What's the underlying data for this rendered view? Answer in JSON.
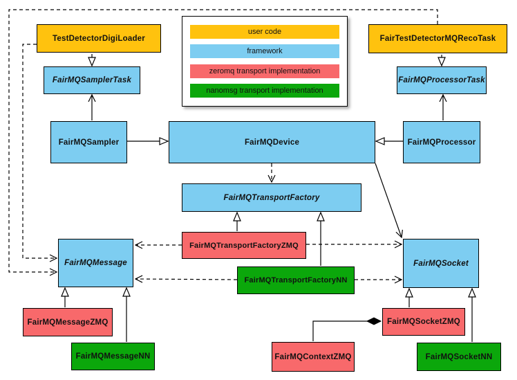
{
  "colors": {
    "user": "#FFC20E",
    "framework": "#7DCDF1",
    "zeromq": "#F8696B",
    "nanomsg": "#0BA70B"
  },
  "legend": {
    "items": [
      {
        "label": "user code",
        "color": "#FFC20E"
      },
      {
        "label": "framework",
        "color": "#7DCDF1"
      },
      {
        "label": "zeromq transport implementation",
        "color": "#F8696B"
      },
      {
        "label": "nanomsg transport implementation",
        "color": "#0BA70B"
      }
    ]
  },
  "nodes": {
    "testDetectorDigiLoader": {
      "label": "TestDetectorDigiLoader",
      "category": "user",
      "abstract": false
    },
    "fairTestDetectorMQRecoTask": {
      "label": "FairTestDetectorMQRecoTask",
      "category": "user",
      "abstract": false
    },
    "samplerTask": {
      "label": "FairMQSamplerTask",
      "category": "framework",
      "abstract": true
    },
    "processorTask": {
      "label": "FairMQProcessorTask",
      "category": "framework",
      "abstract": true
    },
    "sampler": {
      "label": "FairMQSampler",
      "category": "framework",
      "abstract": false
    },
    "device": {
      "label": "FairMQDevice",
      "category": "framework",
      "abstract": false
    },
    "processor": {
      "label": "FairMQProcessor",
      "category": "framework",
      "abstract": false
    },
    "transportFactory": {
      "label": "FairMQTransportFactory",
      "category": "framework",
      "abstract": true
    },
    "transportFactoryZMQ": {
      "label": "FairMQTransportFactoryZMQ",
      "category": "zeromq",
      "abstract": false
    },
    "transportFactoryNN": {
      "label": "FairMQTransportFactoryNN",
      "category": "nanomsg",
      "abstract": false
    },
    "message": {
      "label": "FairMQMessage",
      "category": "framework",
      "abstract": true
    },
    "socket": {
      "label": "FairMQSocket",
      "category": "framework",
      "abstract": true
    },
    "messageZMQ": {
      "label": "FairMQMessageZMQ",
      "category": "zeromq",
      "abstract": false
    },
    "messageNN": {
      "label": "FairMQMessageNN",
      "category": "nanomsg",
      "abstract": false
    },
    "socketZMQ": {
      "label": "FairMQSocketZMQ",
      "category": "zeromq",
      "abstract": false
    },
    "socketNN": {
      "label": "FairMQSocketNN",
      "category": "nanomsg",
      "abstract": false
    },
    "contextZMQ": {
      "label": "FairMQContextZMQ",
      "category": "zeromq",
      "abstract": false
    }
  },
  "edges": [
    {
      "from": "TestDetectorDigiLoader",
      "to": "FairMQSamplerTask",
      "type": "inheritance"
    },
    {
      "from": "FairTestDetectorMQRecoTask",
      "to": "FairMQProcessorTask",
      "type": "inheritance"
    },
    {
      "from": "FairMQSampler",
      "to": "FairMQDevice",
      "type": "inheritance"
    },
    {
      "from": "FairMQProcessor",
      "to": "FairMQDevice",
      "type": "inheritance"
    },
    {
      "from": "FairMQSampler",
      "to": "FairMQSamplerTask",
      "type": "association"
    },
    {
      "from": "FairMQProcessor",
      "to": "FairMQProcessorTask",
      "type": "association"
    },
    {
      "from": "FairMQDevice",
      "to": "FairMQTransportFactory",
      "type": "dependency"
    },
    {
      "from": "FairMQDevice",
      "to": "FairMQSocket",
      "type": "association"
    },
    {
      "from": "FairMQTransportFactoryZMQ",
      "to": "FairMQTransportFactory",
      "type": "inheritance"
    },
    {
      "from": "FairMQTransportFactoryNN",
      "to": "FairMQTransportFactory",
      "type": "inheritance"
    },
    {
      "from": "FairMQTransportFactoryZMQ",
      "to": "FairMQMessage",
      "type": "dependency"
    },
    {
      "from": "FairMQTransportFactoryZMQ",
      "to": "FairMQSocket",
      "type": "dependency"
    },
    {
      "from": "FairMQTransportFactoryNN",
      "to": "FairMQMessage",
      "type": "dependency"
    },
    {
      "from": "FairMQTransportFactoryNN",
      "to": "FairMQSocket",
      "type": "dependency"
    },
    {
      "from": "TestDetectorDigiLoader",
      "to": "FairMQMessage",
      "type": "dependency"
    },
    {
      "from": "FairTestDetectorMQRecoTask",
      "to": "FairMQMessage",
      "type": "dependency"
    },
    {
      "from": "FairMQMessageZMQ",
      "to": "FairMQMessage",
      "type": "inheritance"
    },
    {
      "from": "FairMQMessageNN",
      "to": "FairMQMessage",
      "type": "inheritance"
    },
    {
      "from": "FairMQSocketZMQ",
      "to": "FairMQSocket",
      "type": "inheritance"
    },
    {
      "from": "FairMQSocketNN",
      "to": "FairMQSocket",
      "type": "inheritance"
    },
    {
      "from": "FairMQContextZMQ",
      "to": "FairMQSocketZMQ",
      "type": "composition"
    }
  ]
}
